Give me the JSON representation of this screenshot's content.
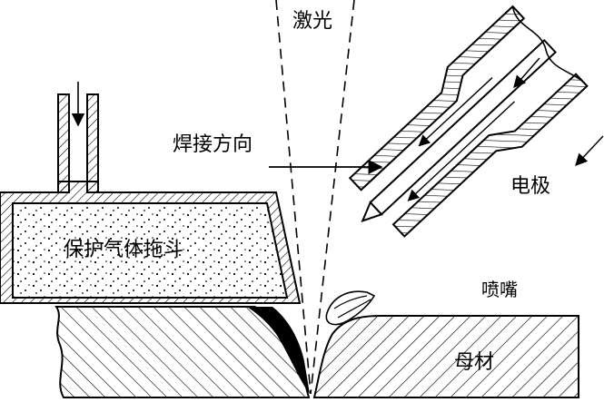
{
  "labels": {
    "laser": "激光",
    "welding_direction": "焊接方向",
    "electrode": "电极",
    "shielding_gas_trailer": "保护气体拖斗",
    "nozzle": "喷嘴",
    "base_metal": "母材"
  },
  "colors": {
    "ink": "#000000",
    "paper": "#ffffff"
  }
}
